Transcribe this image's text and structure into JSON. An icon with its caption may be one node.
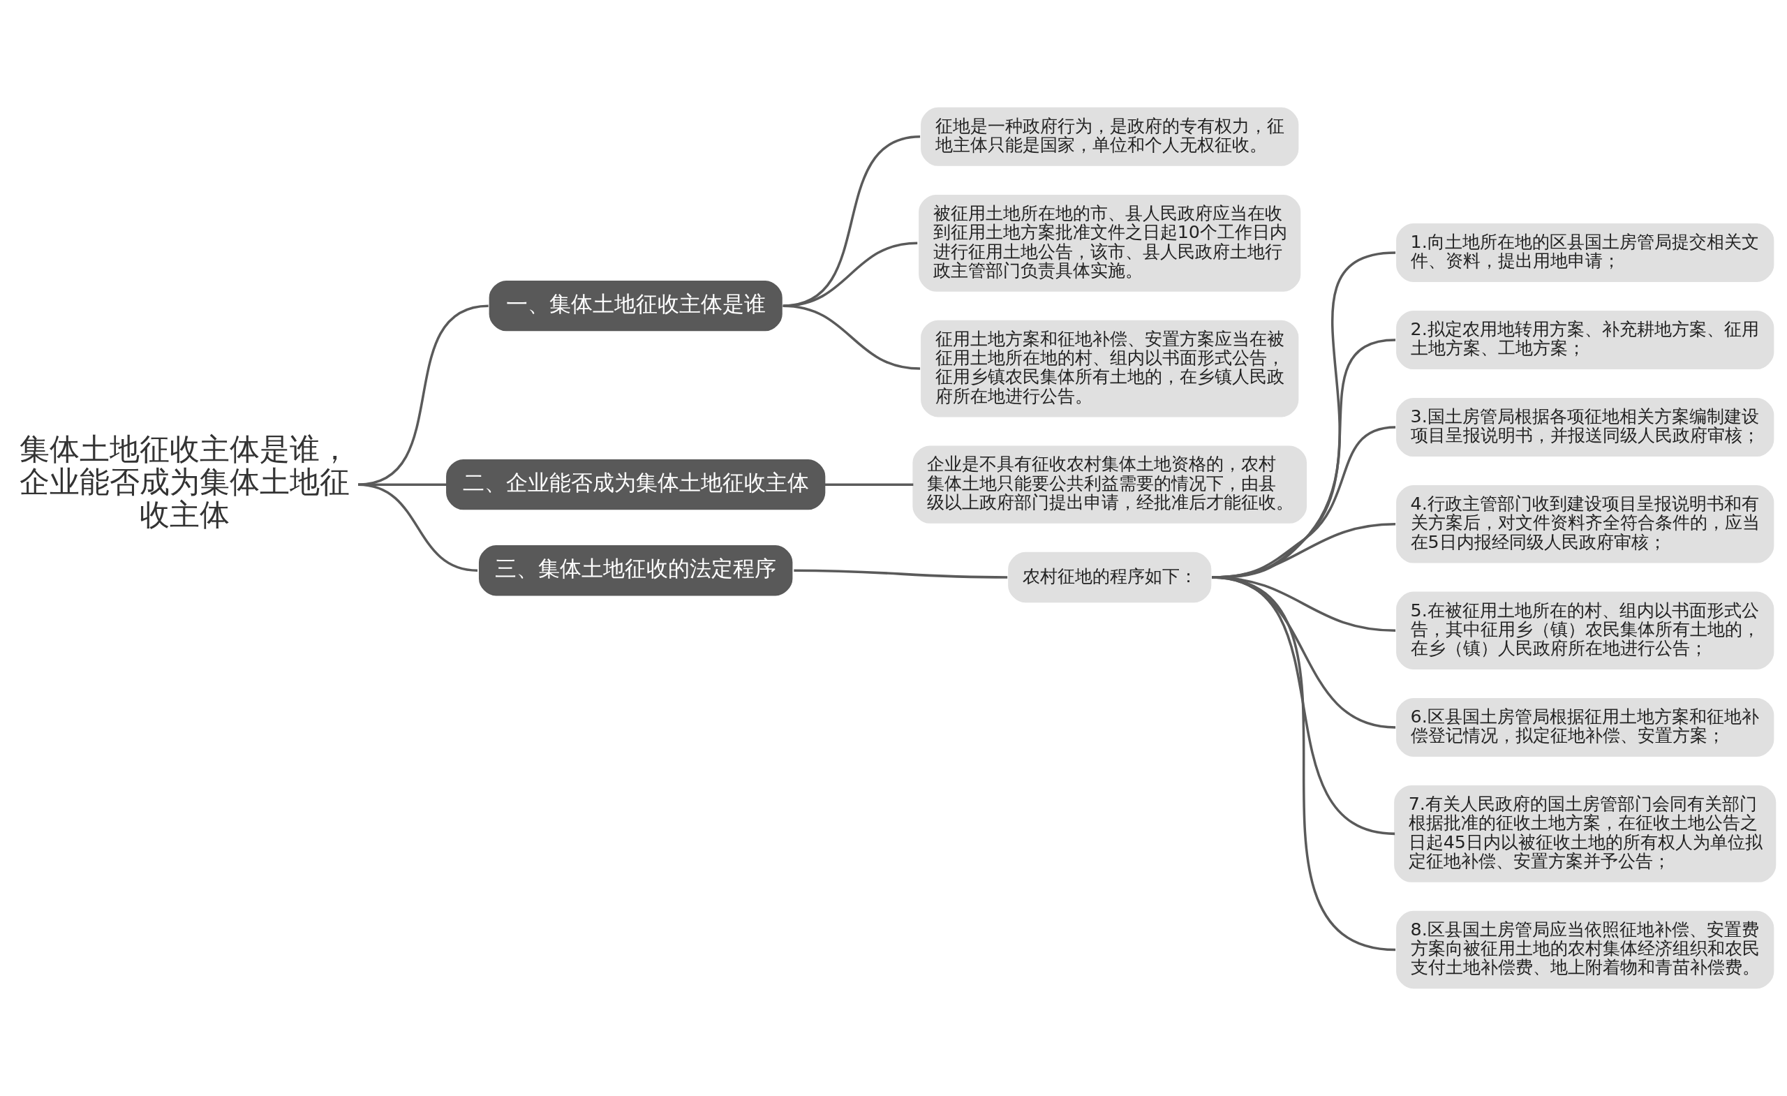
{
  "diagram": {
    "nodes": [
      {
        "text": [
          "集体土地征收主体是谁，企业能否成为集体土地征收主体"
        ]
      },
      {
        "text": [
          "一、集体土地征收主体是谁"
        ]
      },
      {
        "text": [
          "征地是一种政府行为，是政府的专有权力，征地主体只能是国家，单位和个人无权征收。"
        ]
      },
      {
        "text": [
          "被征用土地所在地的市、县人民政府应当在收到征用土地方案批准文件之日起10个工作日内进行征用土地公告，该市、县人民政府土地行政主管部门负责具体实施。"
        ]
      },
      {
        "text": [
          "征用土地方案和征地补偿、安置方案应当在被征用土地所在地的村、组内以书面形式公告，征用乡镇农民集体所有土地的，在乡镇人民政府所在地进行公告。"
        ]
      },
      {
        "text": [
          "二、企业能否成为集体土地征收主体"
        ]
      },
      {
        "text": [
          "企业是不具有征收农村集体土地资格的，农村集体土地只能要公共利益需要的情况下，由县级以上政府部门提出申请，经批准后才能征收。"
        ]
      },
      {
        "text": [
          "三、集体土地征收的法定程序"
        ]
      },
      {
        "text": [
          "农村征地的程序如下："
        ]
      },
      {
        "text": [
          "1.向土地所在地的区县国土房管局提交相关文件、资料，提出用地申请；"
        ]
      },
      {
        "text": [
          "2.拟定农用地转用方案、补充耕地方案、征用土地方案、工地方案；"
        ]
      },
      {
        "text": [
          "3.国土房管局根据各项征地相关方案编制建设项目呈报说明书，并报送同级人民政府审核；"
        ]
      },
      {
        "text": [
          "4.行政主管部门收到建设项目呈报说明书和有关方案后，对文件资料齐全符合条件的，应当在5日内报经同级人民政府审核；"
        ]
      },
      {
        "text": [
          "5.在被征用土地所在的村、组内以书面形式公告，其中征用乡（镇）农民集体所有土地的，在乡（镇）人民政府所在地进行公告；"
        ]
      },
      {
        "text": [
          "6.区县国土房管局根据征用土地方案和征地补偿登记情况，拟定征地补偿、安置方案；"
        ]
      },
      {
        "text": [
          "7.有关人民政府的国土房管部门会同有关部门根据批准的征收土地方案，在征收土地公告之日起45日内以被征收土地的所有权人为单位拟定征地补偿、安置方案并予公告；"
        ]
      },
      {
        "text": [
          "8.区县国土房管局应当依照征地补偿、安置费方案向被征用土地的农村集体经济组织和农民支付土地补偿费、地上附着物和青苗补偿费。"
        ]
      }
    ],
    "edges": [
      {
        "from": 0,
        "to": 1,
        "arrow": "none"
      },
      {
        "from": 1,
        "to": 2,
        "arrow": "none"
      },
      {
        "from": 1,
        "to": 3,
        "arrow": "none"
      },
      {
        "from": 1,
        "to": 4,
        "arrow": "none"
      },
      {
        "from": 0,
        "to": 5,
        "arrow": "none"
      },
      {
        "from": 5,
        "to": 6,
        "arrow": "none"
      },
      {
        "from": 0,
        "to": 7,
        "arrow": "none"
      },
      {
        "from": 7,
        "to": 8,
        "arrow": "none"
      },
      {
        "from": 8,
        "to": 9,
        "arrow": "none"
      },
      {
        "from": 8,
        "to": 10,
        "arrow": "none"
      },
      {
        "from": 8,
        "to": 11,
        "arrow": "none"
      },
      {
        "from": 8,
        "to": 12,
        "arrow": "none"
      },
      {
        "from": 8,
        "to": 13,
        "arrow": "none"
      },
      {
        "from": 8,
        "to": 14,
        "arrow": "none"
      },
      {
        "from": 8,
        "to": 15,
        "arrow": "none"
      },
      {
        "from": 8,
        "to": 16,
        "arrow": "none"
      }
    ]
  }
}
